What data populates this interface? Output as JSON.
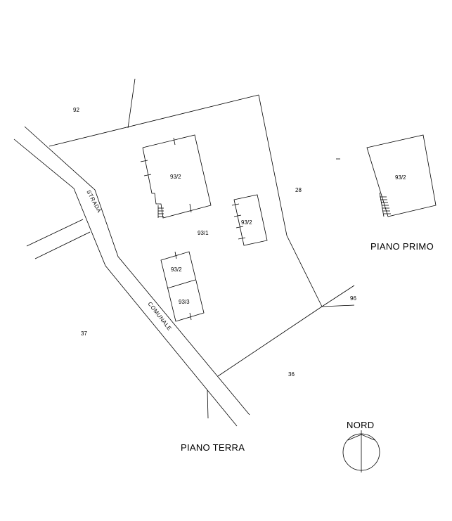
{
  "parcels": {
    "p92": "92",
    "p28": "28",
    "p96": "96",
    "p37": "37",
    "p36": "36",
    "p93_1": "93/1"
  },
  "buildings": {
    "main": "93/2",
    "right_small": "93/2",
    "lower_top": "93/2",
    "lower_bottom": "93/3",
    "first_floor": "93/2"
  },
  "road": {
    "word1": "STRADA",
    "word2": "COMUNALE"
  },
  "floors": {
    "ground": "PIANO TERRA",
    "first": "PIANO PRIMO"
  },
  "compass": {
    "label": "NORD"
  }
}
